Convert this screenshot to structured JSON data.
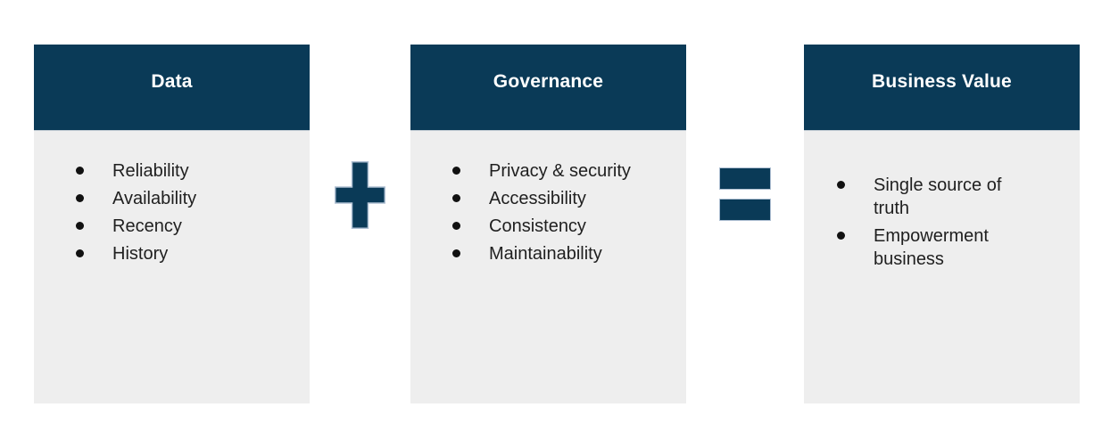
{
  "diagram": {
    "columns": [
      {
        "id": "data",
        "title": "Data",
        "items": [
          "Reliability",
          "Availability",
          "Recency",
          "History"
        ]
      },
      {
        "id": "governance",
        "title": "Governance",
        "items": [
          "Privacy & security",
          "Accessibility",
          "Consistency",
          "Maintainability"
        ]
      },
      {
        "id": "business-value",
        "title": "Business Value",
        "items": [
          "Single source of truth",
          "Empowerment business"
        ]
      }
    ],
    "operators": [
      {
        "type": "plus",
        "symbol": "+"
      },
      {
        "type": "equals",
        "symbol": "="
      }
    ],
    "colors": {
      "header_bg": "#0a3a57",
      "body_bg": "#eeeeee",
      "header_text": "#ffffff",
      "body_text": "#1f1f1f",
      "operator_fill": "#0a3a57",
      "operator_border": "#aebfd2",
      "canvas_bg": "#ffffff"
    }
  }
}
